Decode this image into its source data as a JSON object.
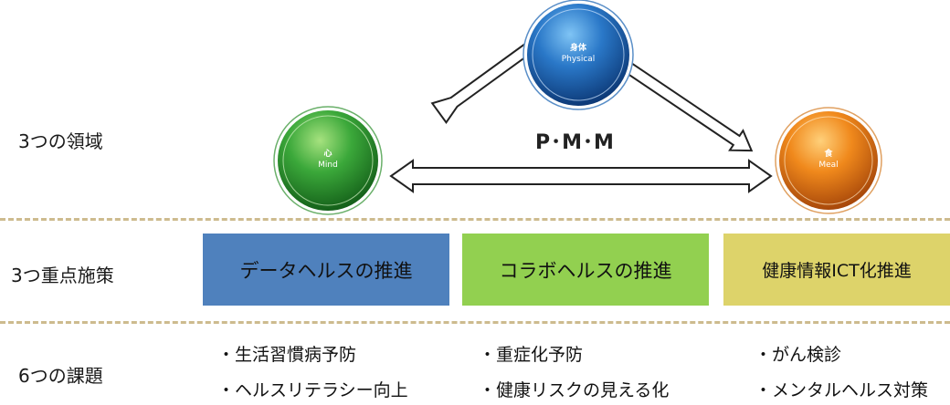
{
  "rows": {
    "domains": "3つの領域",
    "measures": "3つ重点施策",
    "issues": "6つの課題"
  },
  "center_label": "P･M･M",
  "circles": {
    "physical": {
      "kanji": "身体",
      "english": "Physical",
      "color": "#1f5fb0"
    },
    "mind": {
      "kanji": "心",
      "english": "Mind",
      "color": "#2f9a37"
    },
    "meal": {
      "kanji": "食",
      "english": "Meal",
      "color": "#e07a14"
    }
  },
  "policies": {
    "data_health": {
      "label": "データヘルスの推進",
      "color": "#4f81bd"
    },
    "collab_health": {
      "label": "コラボヘルスの推進",
      "color": "#92d050"
    },
    "ict": {
      "label": "健康情報ICT化推進",
      "color": "#ddd36a"
    }
  },
  "issues": {
    "col1": [
      "・生活習慣病予防",
      "・ヘルスリテラシー向上"
    ],
    "col2": [
      "・重症化予防",
      "・健康リスクの見える化"
    ],
    "col3": [
      "・がん検診",
      "・メンタルヘルス対策"
    ]
  }
}
